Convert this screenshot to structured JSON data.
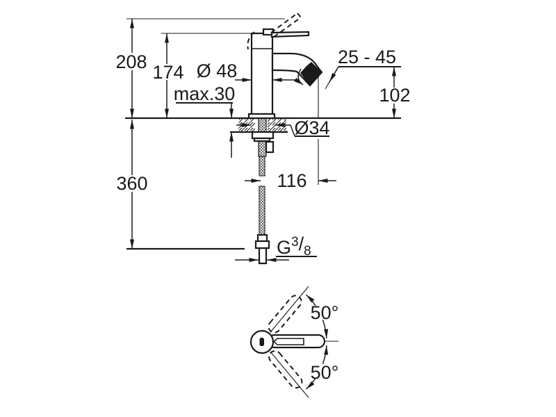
{
  "drawing_title": "faucet-dimension-drawing",
  "colors": {
    "background": "#ffffff",
    "line": "#1a1a1a"
  },
  "labels": {
    "overall_height": "208",
    "body_height": "174",
    "body_diameter": "Ø 48",
    "max_deck_thickness": "max.30",
    "outlet_adjust_range": "25 - 45",
    "spout_height": "102",
    "hole_diameter": "Ø34",
    "hose_length": "360",
    "spout_projection": "116",
    "thread_g": "G",
    "thread_numerator": "3",
    "thread_slash": "/",
    "thread_denominator": "8",
    "handle_swing_up": "50°",
    "handle_swing_down": "50°"
  }
}
